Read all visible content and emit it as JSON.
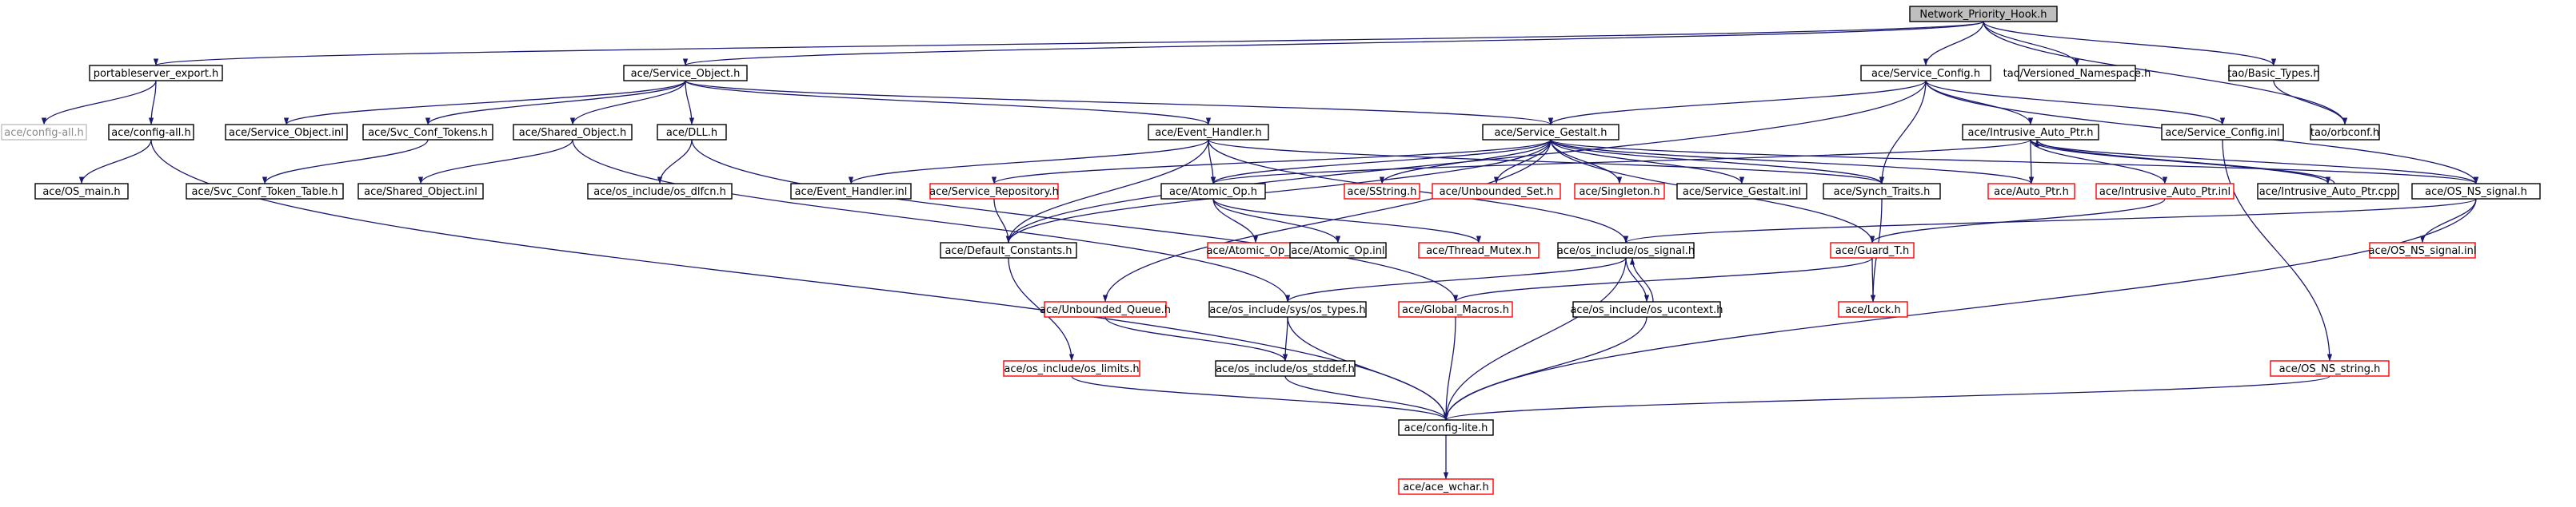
{
  "diagram": {
    "nodes": [
      {
        "id": "n1",
        "label": "Network_Priority_Hook.h",
        "style": "root"
      },
      {
        "id": "n2",
        "label": "portableserver_export.h",
        "style": "black"
      },
      {
        "id": "n3",
        "label": "ace/Service_Object.h",
        "style": "black"
      },
      {
        "id": "n4",
        "label": "ace/Service_Config.h",
        "style": "black"
      },
      {
        "id": "n5",
        "label": "tao/Versioned_Namespace.h",
        "style": "black"
      },
      {
        "id": "n6",
        "label": "tao/Basic_Types.h",
        "style": "black"
      },
      {
        "id": "n7",
        "label": "ace/config-all.h",
        "style": "gray"
      },
      {
        "id": "n8",
        "label": "ace/config-all.h",
        "style": "black"
      },
      {
        "id": "n9",
        "label": "ace/OS_main.h",
        "style": "black"
      },
      {
        "id": "n10",
        "label": "ace/Service_Object.inl",
        "style": "black"
      },
      {
        "id": "n11",
        "label": "ace/Svc_Conf_Tokens.h",
        "style": "black"
      },
      {
        "id": "n12",
        "label": "ace/Shared_Object.h",
        "style": "black"
      },
      {
        "id": "n13",
        "label": "ace/DLL.h",
        "style": "black"
      },
      {
        "id": "n14",
        "label": "ace/Event_Handler.h",
        "style": "black"
      },
      {
        "id": "n15",
        "label": "ace/Service_Gestalt.h",
        "style": "black"
      },
      {
        "id": "n16",
        "label": "ace/Intrusive_Auto_Ptr.h",
        "style": "black"
      },
      {
        "id": "n17",
        "label": "ace/Service_Config.inl",
        "style": "black"
      },
      {
        "id": "n18",
        "label": "tao/orbconf.h",
        "style": "black"
      },
      {
        "id": "n19",
        "label": "ace/Svc_Conf_Token_Table.h",
        "style": "black"
      },
      {
        "id": "n20",
        "label": "ace/Shared_Object.inl",
        "style": "black"
      },
      {
        "id": "n21",
        "label": "ace/os_include/os_dlfcn.h",
        "style": "black"
      },
      {
        "id": "n22",
        "label": "ace/Event_Handler.inl",
        "style": "black"
      },
      {
        "id": "n23",
        "label": "ace/Service_Repository.h",
        "style": "red"
      },
      {
        "id": "n24",
        "label": "ace/Atomic_Op.h",
        "style": "black"
      },
      {
        "id": "n25",
        "label": "ace/SString.h",
        "style": "red"
      },
      {
        "id": "n26",
        "label": "ace/Unbounded_Set.h",
        "style": "red"
      },
      {
        "id": "n27",
        "label": "ace/Singleton.h",
        "style": "red"
      },
      {
        "id": "n28",
        "label": "ace/Service_Gestalt.inl",
        "style": "black"
      },
      {
        "id": "n29",
        "label": "ace/Synch_Traits.h",
        "style": "black"
      },
      {
        "id": "n30",
        "label": "ace/Auto_Ptr.h",
        "style": "red"
      },
      {
        "id": "n31",
        "label": "ace/Intrusive_Auto_Ptr.inl",
        "style": "red"
      },
      {
        "id": "n32",
        "label": "ace/Intrusive_Auto_Ptr.cpp",
        "style": "black"
      },
      {
        "id": "n33",
        "label": "ace/OS_NS_signal.h",
        "style": "black"
      },
      {
        "id": "n34",
        "label": "ace/Default_Constants.h",
        "style": "black"
      },
      {
        "id": "n35",
        "label": "ace/Atomic_Op_T.h",
        "style": "red"
      },
      {
        "id": "n36",
        "label": "ace/Atomic_Op.inl",
        "style": "black"
      },
      {
        "id": "n37",
        "label": "ace/Thread_Mutex.h",
        "style": "red"
      },
      {
        "id": "n38",
        "label": "ace/os_include/os_signal.h",
        "style": "black"
      },
      {
        "id": "n39",
        "label": "ace/Guard_T.h",
        "style": "red"
      },
      {
        "id": "n40",
        "label": "ace/OS_NS_signal.inl",
        "style": "red"
      },
      {
        "id": "n41",
        "label": "ace/Unbounded_Queue.h",
        "style": "red"
      },
      {
        "id": "n42",
        "label": "ace/os_include/sys/os_types.h",
        "style": "black"
      },
      {
        "id": "n43",
        "label": "ace/Global_Macros.h",
        "style": "red"
      },
      {
        "id": "n44",
        "label": "ace/os_include/os_ucontext.h",
        "style": "black"
      },
      {
        "id": "n45",
        "label": "ace/Lock.h",
        "style": "red"
      },
      {
        "id": "n46",
        "label": "ace/os_include/os_limits.h",
        "style": "red"
      },
      {
        "id": "n47",
        "label": "ace/os_include/os_stddef.h",
        "style": "black"
      },
      {
        "id": "n48",
        "label": "ace/OS_NS_string.h",
        "style": "red"
      },
      {
        "id": "n49",
        "label": "ace/config-lite.h",
        "style": "black"
      },
      {
        "id": "n50",
        "label": "ace/ace_wchar.h",
        "style": "red"
      }
    ],
    "edges": [
      [
        "n1",
        "n2"
      ],
      [
        "n1",
        "n3"
      ],
      [
        "n1",
        "n4"
      ],
      [
        "n1",
        "n5"
      ],
      [
        "n1",
        "n6"
      ],
      [
        "n1",
        "n18"
      ],
      [
        "n2",
        "n7"
      ],
      [
        "n2",
        "n8"
      ],
      [
        "n8",
        "n9"
      ],
      [
        "n8",
        "n49"
      ],
      [
        "n3",
        "n10"
      ],
      [
        "n3",
        "n11"
      ],
      [
        "n3",
        "n12"
      ],
      [
        "n3",
        "n13"
      ],
      [
        "n3",
        "n14"
      ],
      [
        "n3",
        "n15"
      ],
      [
        "n11",
        "n19"
      ],
      [
        "n12",
        "n20"
      ],
      [
        "n12",
        "n42"
      ],
      [
        "n13",
        "n21"
      ],
      [
        "n13",
        "n43"
      ],
      [
        "n4",
        "n34"
      ],
      [
        "n4",
        "n15"
      ],
      [
        "n4",
        "n29"
      ],
      [
        "n4",
        "n16"
      ],
      [
        "n4",
        "n17"
      ],
      [
        "n4",
        "n33"
      ],
      [
        "n6",
        "n18"
      ],
      [
        "n17",
        "n48"
      ],
      [
        "n14",
        "n22"
      ],
      [
        "n14",
        "n24"
      ],
      [
        "n14",
        "n29"
      ],
      [
        "n14",
        "n34"
      ],
      [
        "n14",
        "n38"
      ],
      [
        "n15",
        "n23"
      ],
      [
        "n15",
        "n24"
      ],
      [
        "n15",
        "n25"
      ],
      [
        "n15",
        "n26"
      ],
      [
        "n15",
        "n27"
      ],
      [
        "n15",
        "n28"
      ],
      [
        "n15",
        "n29"
      ],
      [
        "n15",
        "n30"
      ],
      [
        "n15",
        "n39"
      ],
      [
        "n15",
        "n41"
      ],
      [
        "n15",
        "n34"
      ],
      [
        "n15",
        "n33"
      ],
      [
        "n16",
        "n30"
      ],
      [
        "n16",
        "n31"
      ],
      [
        "n16",
        "n32"
      ],
      [
        "n16",
        "n24"
      ],
      [
        "n16",
        "n33"
      ],
      [
        "n31",
        "n39"
      ],
      [
        "n32",
        "n16"
      ],
      [
        "n23",
        "n34"
      ],
      [
        "n24",
        "n35"
      ],
      [
        "n24",
        "n36"
      ],
      [
        "n24",
        "n37"
      ],
      [
        "n29",
        "n45"
      ],
      [
        "n33",
        "n38"
      ],
      [
        "n33",
        "n40"
      ],
      [
        "n33",
        "n49"
      ],
      [
        "n34",
        "n46"
      ],
      [
        "n38",
        "n42"
      ],
      [
        "n38",
        "n44"
      ],
      [
        "n38",
        "n49"
      ],
      [
        "n44",
        "n38"
      ],
      [
        "n44",
        "n49"
      ],
      [
        "n39",
        "n45"
      ],
      [
        "n39",
        "n43"
      ],
      [
        "n41",
        "n47"
      ],
      [
        "n42",
        "n47"
      ],
      [
        "n42",
        "n49"
      ],
      [
        "n43",
        "n49"
      ],
      [
        "n46",
        "n49"
      ],
      [
        "n47",
        "n49"
      ],
      [
        "n48",
        "n49"
      ],
      [
        "n49",
        "n50"
      ]
    ]
  }
}
